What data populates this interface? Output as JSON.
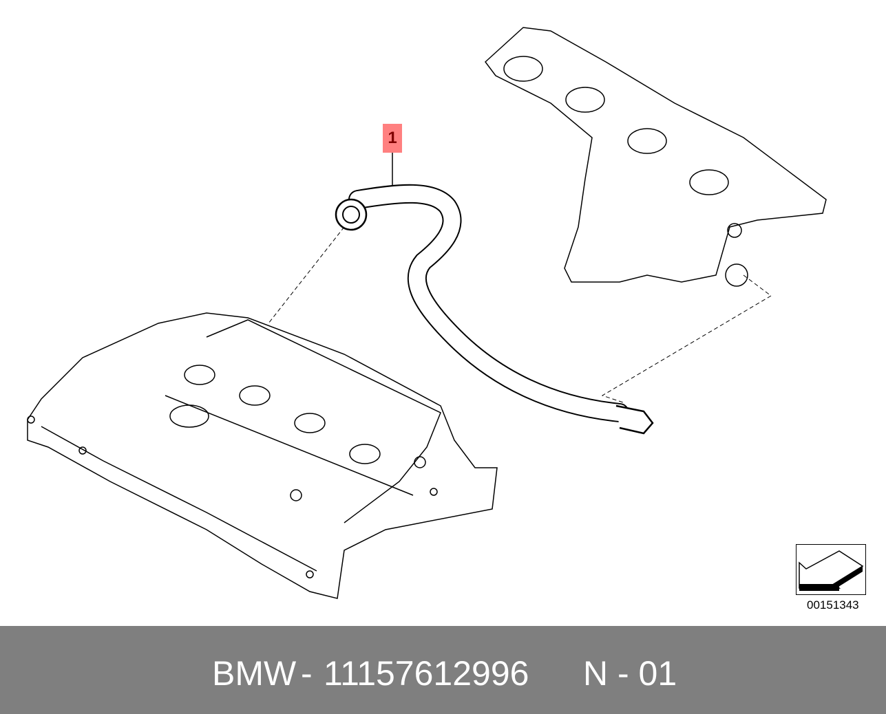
{
  "diagram": {
    "callouts": [
      {
        "label": "1"
      }
    ],
    "diagram_number": "00151343",
    "orientation_icon": "arrow-orientation-icon"
  },
  "footer": {
    "brand": "BMW",
    "separator": "-",
    "part_number": "11157612996",
    "group": "N - 01"
  },
  "colors": {
    "callout_bg": "#ff8080",
    "callout_text": "#800000",
    "footer_bg": "#7f7f7f"
  }
}
